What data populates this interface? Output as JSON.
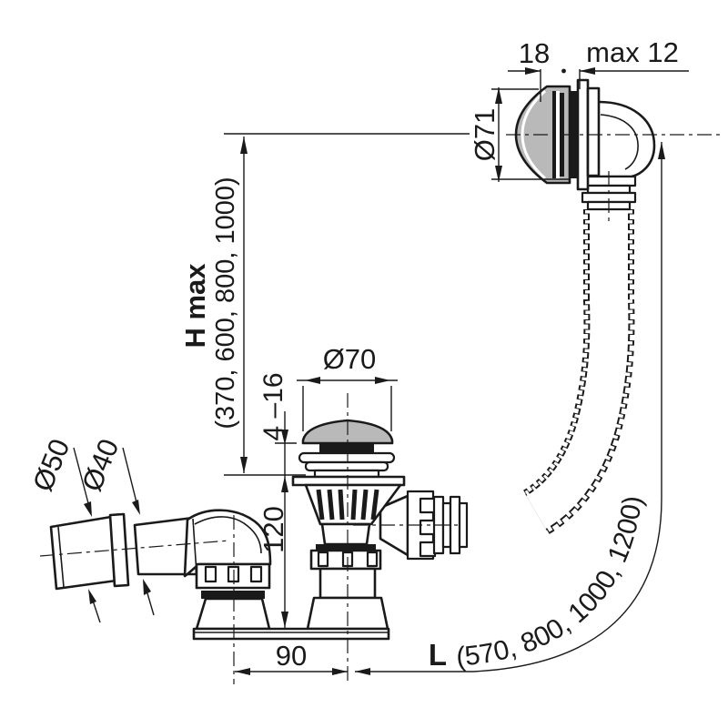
{
  "labels": {
    "cap_protrusion": "18",
    "wall_thickness_max": "max 12",
    "overflow_cap_diameter": "Ø71",
    "h_max_name": "H max",
    "h_max_values": "(370, 600, 800, 1000)",
    "plug_diameter": "Ø70",
    "plug_lift_range": "4 –16",
    "outlet_diameter_50": "Ø50",
    "outlet_diameter_40": "Ø40",
    "body_height": "120",
    "center_spacing": "90",
    "hose_length_name": "L",
    "hose_length_values": "(570, 800, 1000, 1200)"
  },
  "colors": {
    "line": "#1a1a1a",
    "metal_gray": "#b9b9b9",
    "background": "#ffffff"
  }
}
